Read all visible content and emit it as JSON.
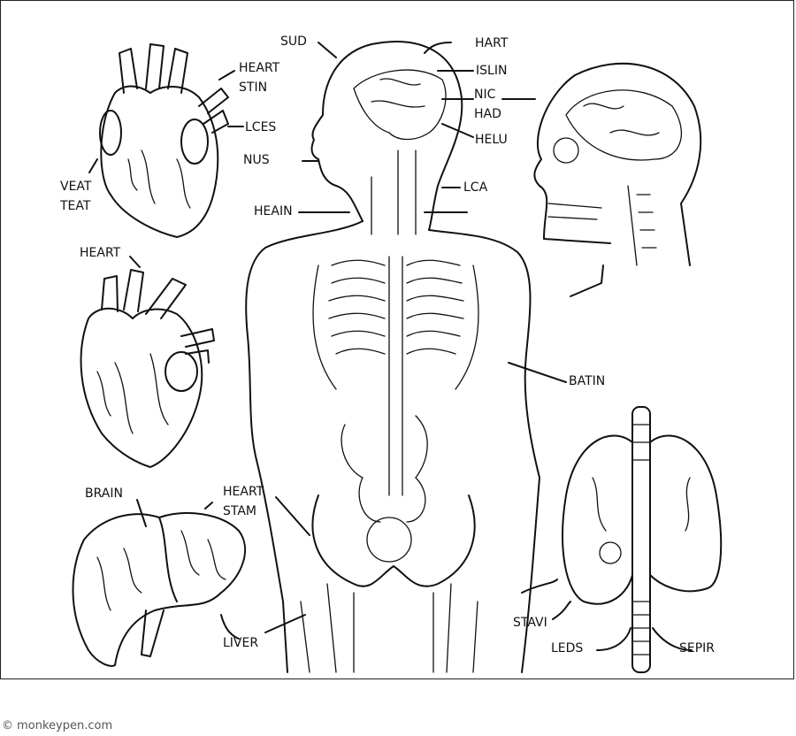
{
  "labels": {
    "sud": "SUD",
    "hart": "HART",
    "islin": "ISLIN",
    "nic_had": [
      "NIC",
      "HAD"
    ],
    "helu": "HELU",
    "heart_stin": [
      "HEART",
      "STIN"
    ],
    "lces": "LCES",
    "nus": "NUS",
    "veat_teat": [
      "VEAT",
      "TEAT"
    ],
    "lca": "LCA",
    "heain": "HEAIN",
    "heart": "HEART",
    "batin": "BATIN",
    "brain": "BRAIN",
    "heart_stam": [
      "HEART",
      "STAM"
    ],
    "liver": "LIVER",
    "stavi": "STAVI",
    "leds": "LEDS",
    "sepir": "SEPIR"
  },
  "footer": "© monkeypen.com"
}
